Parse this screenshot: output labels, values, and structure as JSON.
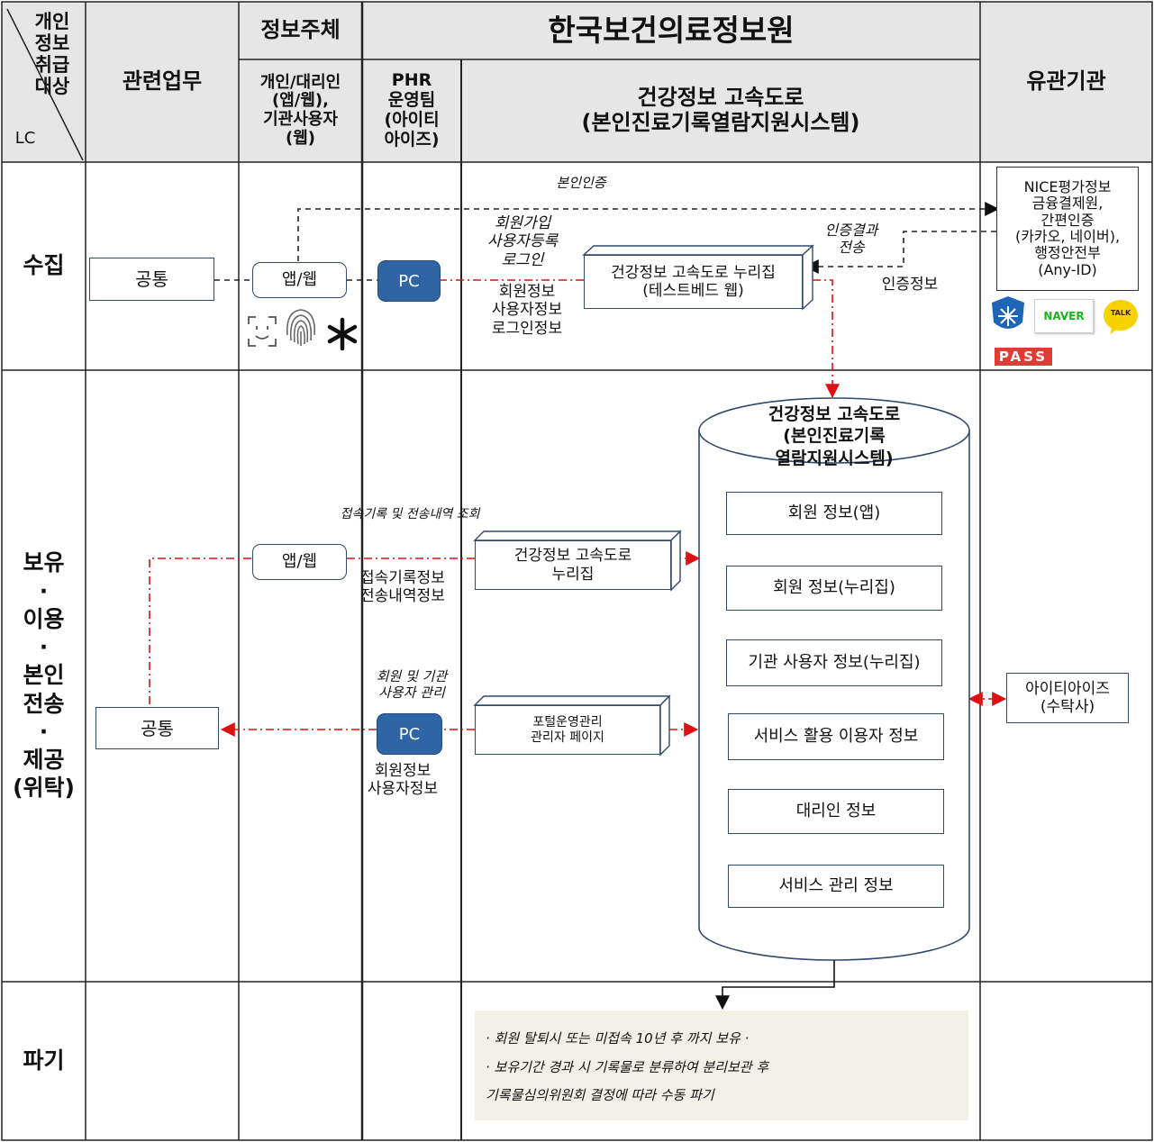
{
  "header": {
    "corner_top": [
      "개인",
      "정보",
      "취급",
      "대상"
    ],
    "corner_bottom": "LC",
    "col_related": "관련업무",
    "col_subject": "정보주체",
    "col_subject_sub": [
      "개인/대리인",
      "(앱/웹),",
      "기관사용자",
      "(웹)"
    ],
    "org_title": "한국보건의료정보원",
    "col_phr": [
      "PHR",
      "운영팀",
      "(아이티",
      "아이즈)"
    ],
    "col_system": [
      "건강정보 고속도로",
      "(본인진료기록열람지원시스템)"
    ],
    "col_related_org": "유관기관"
  },
  "rows": {
    "collect": "수집",
    "hold": [
      "보유",
      "·",
      "이용",
      "·",
      "본인",
      "전송",
      "·",
      "제공",
      "(위탁)"
    ],
    "destroy": "파기"
  },
  "collect": {
    "common": "공통",
    "app_web": "앱/웹",
    "pc": "PC",
    "portal": [
      "건강정보 고속도로 누리집",
      "(테스트베드 웹)"
    ],
    "self_auth": "본인인증",
    "signup_flow": [
      "회원가입",
      "사용자등록",
      "로그인"
    ],
    "collected_info": [
      "회원정보",
      "사용자정보",
      "로그인정보"
    ],
    "auth_result": [
      "인증결과",
      "전송"
    ],
    "auth_info": "인증정보",
    "auth_providers": [
      "NICE평가정보",
      "금융결제원,",
      "간편인증",
      "(카카오, 네이버),",
      "행정안전부",
      "(Any-ID)"
    ],
    "logos": {
      "naver": "NAVER",
      "kakao": "TALK",
      "pass": "PASS"
    }
  },
  "hold": {
    "db_title": [
      "건강정보 고속도로",
      "(본인진료기록",
      "열람지원시스템)"
    ],
    "db_items": [
      "회원 정보(앱)",
      "회원 정보(누리집)",
      "기관 사용자 정보(누리집)",
      "서비스 활용 이용자 정보",
      "대리인 정보",
      "서비스 관리 정보"
    ],
    "access_query": "접속기록 및 전송내역 조회",
    "app_web": "앱/웹",
    "portal": [
      "건강정보 고속도로",
      "누리집"
    ],
    "access_info": [
      "접속기록정보",
      "전송내역정보"
    ],
    "member_mgmt": [
      "회원 및 기관",
      "사용자 관리"
    ],
    "pc": "PC",
    "admin_page": [
      "포털운영관리",
      "관리자 페이지"
    ],
    "pc_info": [
      "회원정보",
      "사용자정보"
    ],
    "common": "공통",
    "contractor": [
      "아이티아이즈",
      "(수탁사)"
    ]
  },
  "destroy": {
    "notes": [
      "· 회원 탈퇴시 또는  미접속 10년 후 까지 보유 ·",
      "· 보유기간  경과 시 기록물로 분류하여 분리보관 후",
      "기록물심의위원회 결정에 따라 수동 파기"
    ]
  },
  "colors": {
    "pc_blue": "#2f65a5",
    "red_line": "#dd1111",
    "box_border": "#2f4a6e",
    "note_bg": "#f1efe6"
  }
}
